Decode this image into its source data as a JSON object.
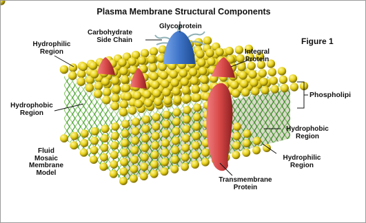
{
  "title": "Plasma Membrane Structural Components",
  "figure": "Figure 1",
  "labels": {
    "glycoprotein": "Glycoprotein",
    "carbohydrate": [
      "Carbohydrate",
      "Side Chain"
    ],
    "hydrophilic_top": [
      "Hydrophilic",
      "Region"
    ],
    "integral_protein": [
      "Integral",
      "Protein"
    ],
    "phospholipid": "Phospholipi",
    "hydrophobic_left": [
      "Hydrophobic",
      "Region"
    ],
    "hydrophobic_right": [
      "Hydrophobic",
      "Region"
    ],
    "hydrophilic_bottom": [
      "Hydrophilic",
      "Region"
    ],
    "fluid_mosaic": [
      "Fluid",
      "Mosaic",
      "Membrane",
      "Model"
    ],
    "transmembrane": [
      "Transmembrane",
      "Protein"
    ]
  },
  "colors": {
    "head": "#e8d21c",
    "head_shade": "#8a7a08",
    "tail": "#4fa23a",
    "protein": "#d84848",
    "glycoprotein": "#3e74c8",
    "carbohydrate": "#8fb0b4"
  }
}
